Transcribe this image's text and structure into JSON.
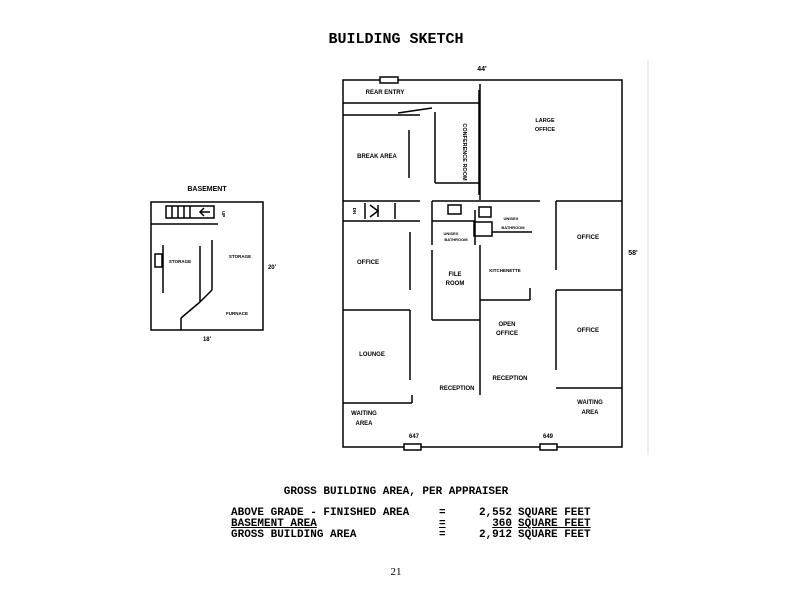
{
  "title": "BUILDING SKETCH",
  "basement": {
    "heading": "BASEMENT",
    "rooms": [
      "STORAGE",
      "STORAGE",
      "FURNACE"
    ],
    "stair_label": "UP",
    "dim_width": "18'",
    "dim_height": "20'"
  },
  "main": {
    "dim_width": "44'",
    "dim_height": "58'",
    "rooms": {
      "rear_entry": "REAR ENTRY",
      "break_area": "BREAK AREA",
      "conference_room": "CONFERENCE ROOM",
      "large_office_1": "LARGE",
      "large_office_2": "OFFICE",
      "dn": "DN",
      "unisex_1": "UNISEX",
      "bathroom_1": "BATHROOM",
      "unisex_2": "UNISEX",
      "bathroom_2": "BATHROOM",
      "office_left": "OFFICE",
      "office_right_upper": "OFFICE",
      "office_right_lower": "OFFICE",
      "file_1": "FILE",
      "file_2": "ROOM",
      "kitchenette": "KITCHENETTE",
      "open_1": "OPEN",
      "open_2": "OFFICE",
      "lounge": "LOUNGE",
      "reception_left": "RECEPTION",
      "reception_right": "RECEPTION",
      "waiting_left_1": "WAITING",
      "waiting_left_2": "AREA",
      "waiting_right_1": "WAITING",
      "waiting_right_2": "AREA",
      "door_647": "647",
      "door_649": "649"
    }
  },
  "summary": {
    "heading": "GROSS BUILDING AREA, PER APPRAISER",
    "rows": [
      {
        "label": "ABOVE GRADE - FINISHED AREA",
        "eq": "=",
        "value": "2,552",
        "unit": "SQUARE FEET"
      },
      {
        "label": "BASEMENT AREA",
        "eq": "=",
        "value": "360",
        "unit": "SQUARE FEET"
      },
      {
        "label": "GROSS BUILDING AREA",
        "eq": "=",
        "value": "2,912",
        "unit": "SQUARE FEET"
      }
    ]
  },
  "page_number": "21"
}
